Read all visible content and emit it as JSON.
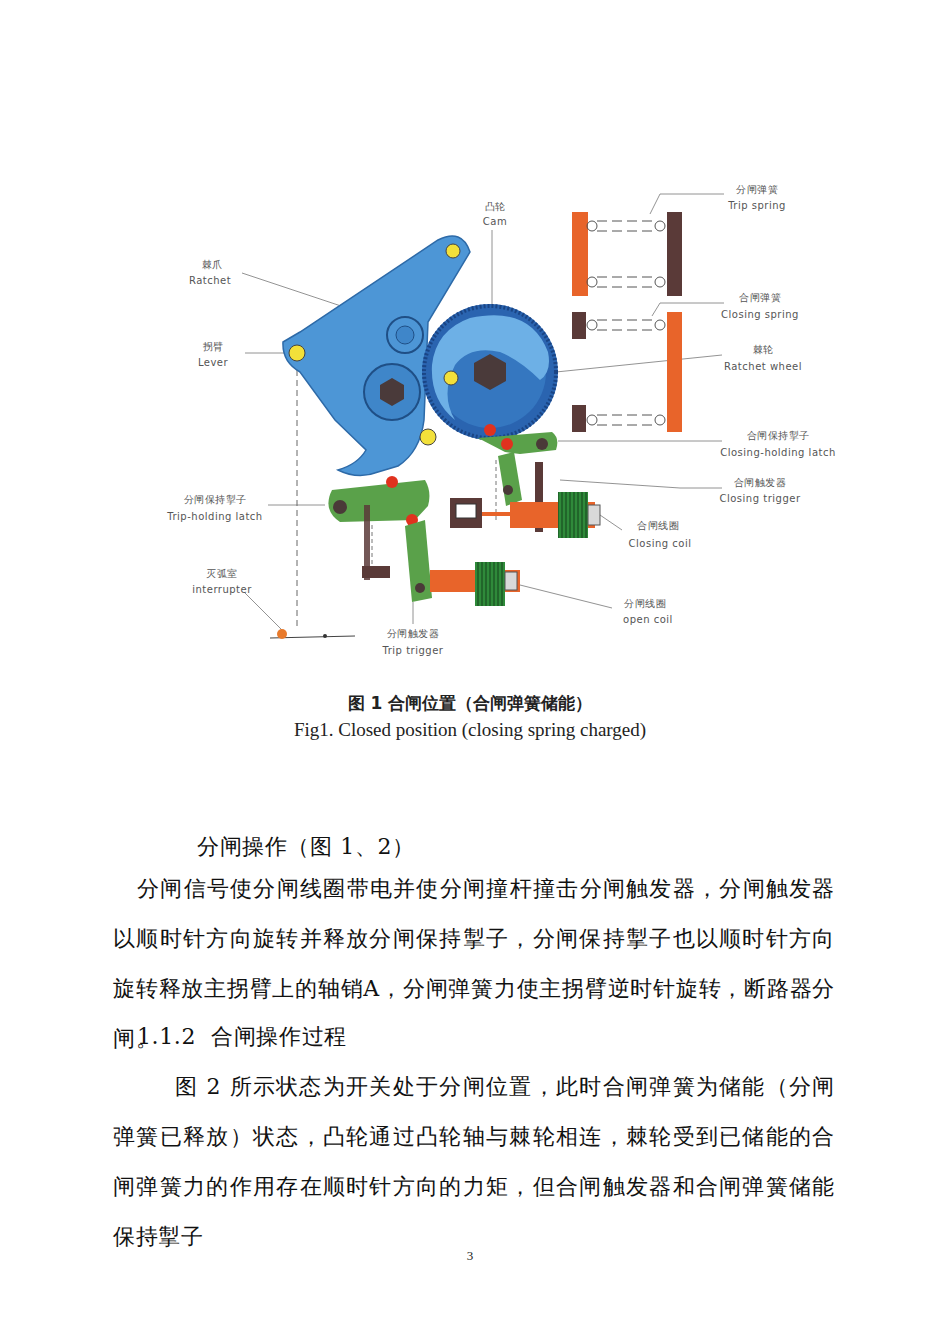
{
  "diagram": {
    "caption": "图 1 合闸位置（合闸弹簧储能）",
    "labels": [
      "凸轮",
      "Cam",
      "分闸弹簧",
      "Trip spring",
      "棘爪",
      "Ratchet",
      "合闸弹簧",
      "Closing spring",
      "拐臂",
      "Lever",
      "棘轮",
      "Ratchet wheel",
      "合闸保持掣子",
      "Closing-holding latch",
      "合闸触发器",
      "Closing trigger",
      "分闸保持掣子",
      "Trip-holding latch",
      "合闸线圈",
      "Closing coil",
      "灭弧室",
      "interrupter",
      "分闸线圈",
      "open coil",
      "分闸触发器",
      "Trip trigger",
      "Fig1. Closed position (closing spring charged)",
      "分闸操作（图 1、2）",
      "分闸信号使分闸线圈带电并使分闸撞杆撞击分闸触发器，分闸触发器以顺时针方向旋转并释放分闸保持掣子，分闸保持掣子也以顺时针方向旋转释放主拐臂上的轴销A，分闸弹簧力使主拐臂逆时针旋转，断路器分闸。",
      "1.1.2  合闸操作过程",
      "图 2 所示状态为开关处于分闸位置，此时合闸弹簧为储能（分闸弹簧已释放）状态，凸轮通过凸轮轴与棘轮相连，棘轮受到已储能的合闸弹簧力的作用存在顺时针方向的力矩，但合闸触发器和合闸弹簧储能保持掣子",
      "3"
    ]
  }
}
